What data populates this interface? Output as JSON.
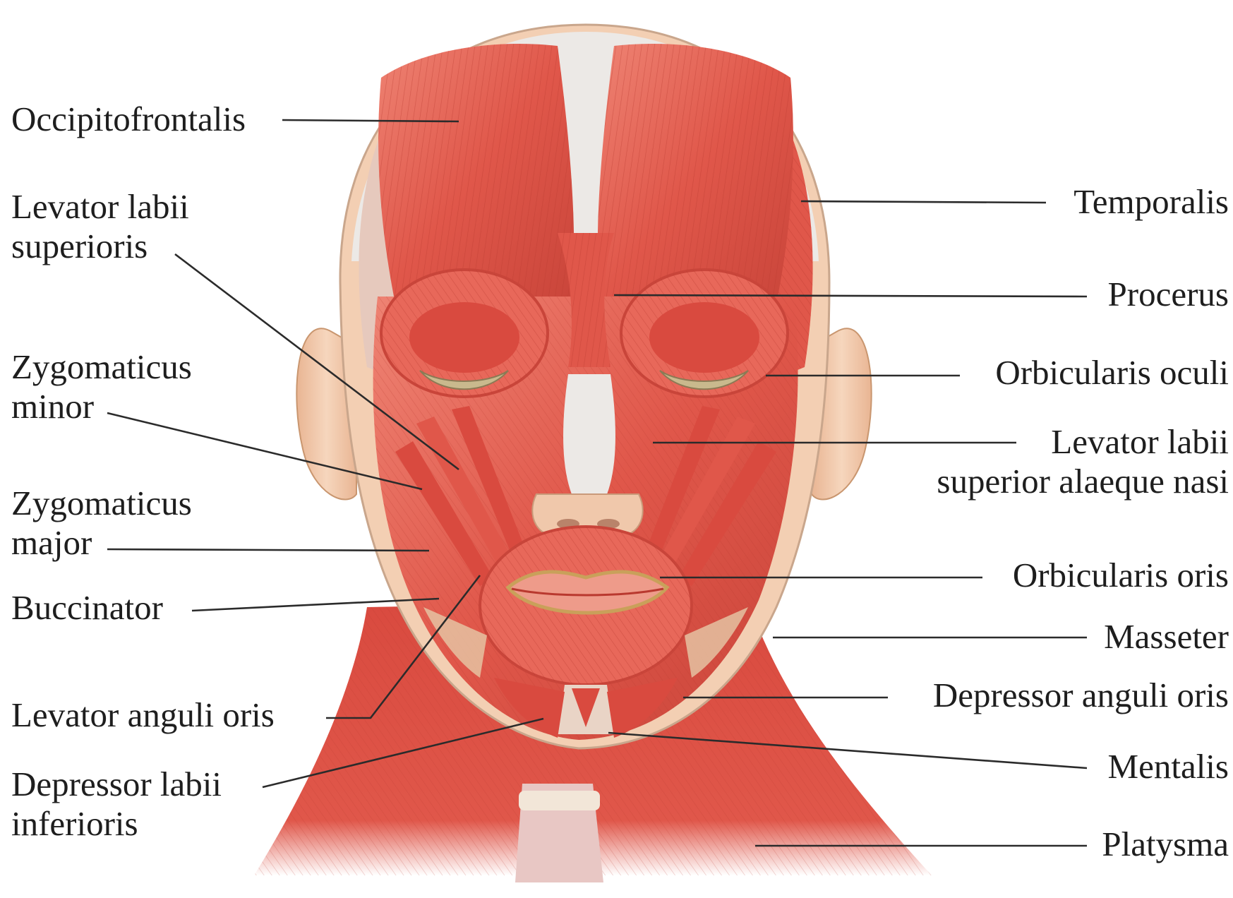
{
  "colors": {
    "muscle": "#e0574a",
    "muscle_dark": "#b83a31",
    "muscle_light": "#f08f82",
    "tendon": "#e9e6e2",
    "skin": "#f1c7a8",
    "skin_shade": "#dca583",
    "outline": "#c9a68c",
    "leader": "#2b2b2b",
    "eyelid": "#c9b98d",
    "lip_edge": "#c9a05a"
  },
  "labels_left": [
    {
      "id": "occipitofrontalis",
      "lines": [
        "Occipitofrontalis"
      ]
    },
    {
      "id": "levator-labii-superioris",
      "lines": [
        "Levator labii",
        "superioris"
      ]
    },
    {
      "id": "zygomaticus-minor",
      "lines": [
        "Zygomaticus",
        "minor"
      ]
    },
    {
      "id": "zygomaticus-major",
      "lines": [
        "Zygomaticus",
        "major"
      ]
    },
    {
      "id": "buccinator",
      "lines": [
        "Buccinator"
      ]
    },
    {
      "id": "levator-anguli-oris",
      "lines": [
        "Levator anguli oris"
      ]
    },
    {
      "id": "depressor-labii-inferioris",
      "lines": [
        "Depressor labii",
        "inferioris"
      ]
    }
  ],
  "labels_right": [
    {
      "id": "temporalis",
      "lines": [
        "Temporalis"
      ]
    },
    {
      "id": "procerus",
      "lines": [
        "Procerus"
      ]
    },
    {
      "id": "orbicularis-oculi",
      "lines": [
        "Orbicularis oculi"
      ]
    },
    {
      "id": "levator-labii-superior-alaeque-nasi",
      "lines": [
        "Levator labii",
        "superior alaeque nasi"
      ]
    },
    {
      "id": "orbicularis-oris",
      "lines": [
        "Orbicularis oris"
      ]
    },
    {
      "id": "masseter",
      "lines": [
        "Masseter"
      ]
    },
    {
      "id": "depressor-anguli-oris",
      "lines": [
        "Depressor anguli oris"
      ]
    },
    {
      "id": "mentalis",
      "lines": [
        "Mentalis"
      ]
    },
    {
      "id": "platysma",
      "lines": [
        "Platysma"
      ]
    }
  ]
}
